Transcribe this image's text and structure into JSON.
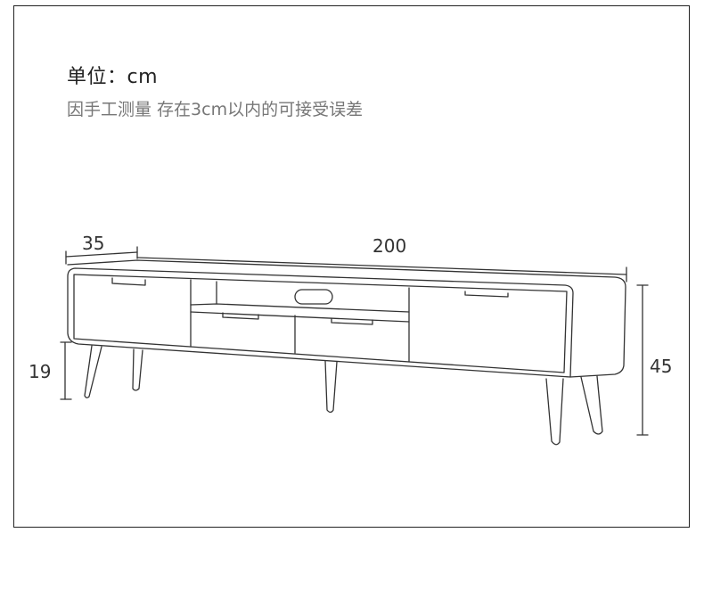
{
  "header": {
    "unit": "单位：cm",
    "note": "因手工测量 存在3cm以内的可接受误差"
  },
  "dimensions": {
    "depth": "35",
    "width": "200",
    "height": "45",
    "leg_height": "19"
  }
}
